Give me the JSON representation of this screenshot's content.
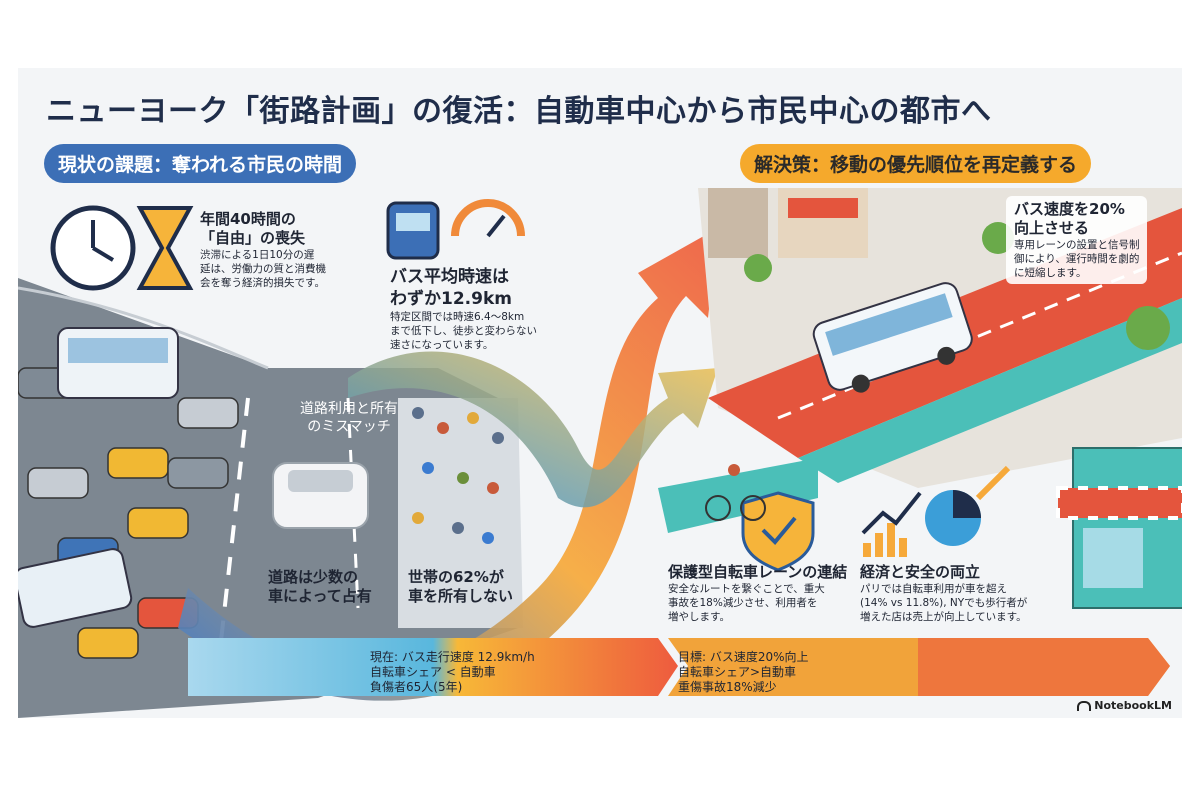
{
  "title": "ニューヨーク「街路計画」の復活：自動車中心から市民中心の都市へ",
  "left_section": {
    "label": "現状の課題：奪われる市民の時間",
    "time_loss": {
      "heading": "年間40時間の「自由」の喪失",
      "heading_line1": "年間40時間の",
      "heading_line2": "「自由」の喪失",
      "body": "渋滞による1日10分の遅延は、労働力の質と消費機会を奪う経済的損失です。",
      "body_lines": [
        "渋滞による1日10分の遅",
        "延は、労働力の質と消費機",
        "会を奪う経済的損失です。"
      ]
    },
    "bus_speed": {
      "heading_line1": "バス平均時速は",
      "heading_line2": "わずか12.9km",
      "body_lines": [
        "特定区間では時速6.4～8km",
        "まで低下し、徒歩と変わらない",
        "速さになっています。"
      ]
    },
    "mismatch_lines": [
      "道路利用と所有",
      "のミスマッチ"
    ],
    "road_occupied_lines": [
      "道路は少数の",
      "車によって占有"
    ],
    "no_car_lines": [
      "世帯の62%が",
      "車を所有しない"
    ]
  },
  "right_section": {
    "label": "解決策：移動の優先順位を再定義する",
    "bus_improve": {
      "heading_lines": [
        "バス速度を20%",
        "向上させる"
      ],
      "body_lines": [
        "専用レーンの設置と信号制",
        "御により、運行時間を劇的",
        "に短縮します。"
      ]
    },
    "bike_lane": {
      "heading": "保護型自転車レーンの連結",
      "body_lines": [
        "安全なルートを繋ぐことで、重大",
        "事故を18%減少させ、利用者を",
        "増やします。"
      ]
    },
    "economy": {
      "heading": "経済と安全の両立",
      "body_lines": [
        "パリでは自転車利用が車を超え",
        "(14% vs 11.8%), NYでも歩行者が",
        "増えた店は売上が向上しています。"
      ]
    }
  },
  "bottom_band": {
    "current_lines": [
      "現在: バス走行速度 12.9km/h",
      "自転車シェア < 自動車",
      "負傷者65人(5年)"
    ],
    "target_lines": [
      "目標: バス速度20%向上",
      "自転車シェア>自動車",
      "重傷事故18%減少"
    ]
  },
  "logo": "NotebookLM",
  "colors": {
    "blue": "#3c6fb6",
    "orange": "#f5a92c",
    "red_lane": "#e4553d",
    "teal": "#4bbfb8",
    "navy_text": "#1f2d4a"
  }
}
